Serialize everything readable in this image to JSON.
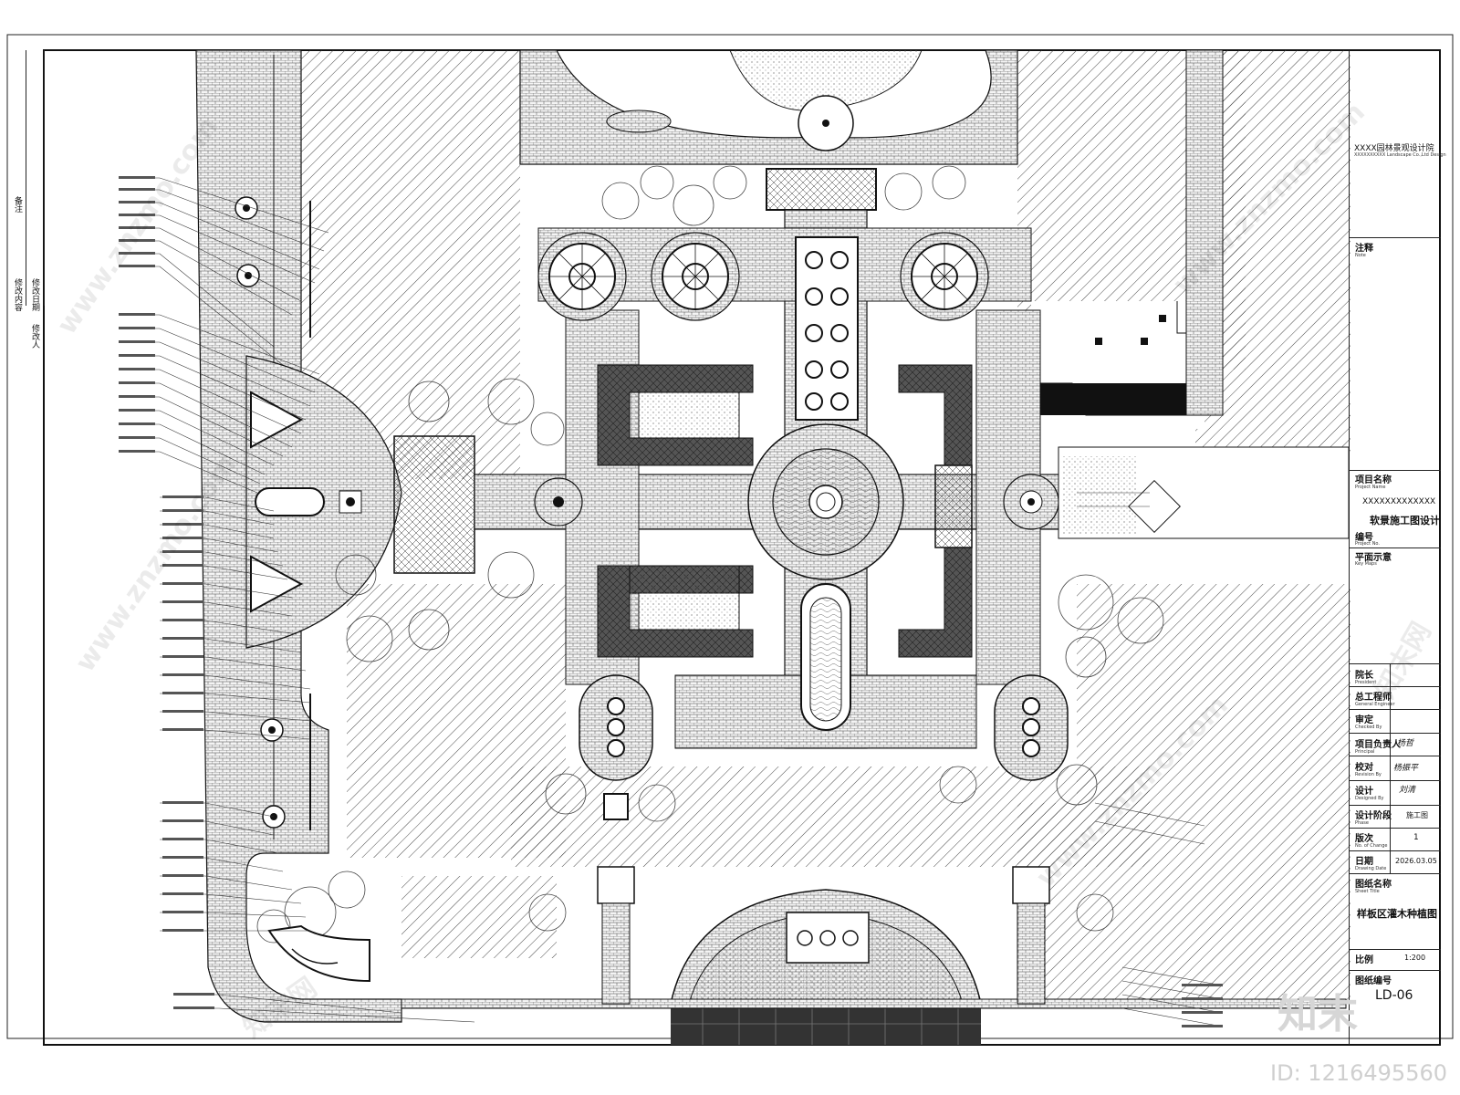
{
  "titleblock": {
    "firm": "XXXX园林景观设计院",
    "firm_en": "XXXXXXXXXX Landscape Co.,Ltd Design",
    "note_label": "注释",
    "note_en": "Note",
    "project_label": "项目名称",
    "project_label_en": "Project Name",
    "project_name": "XXXXXXXXXXXXX",
    "project_subtitle": "软景施工图设计",
    "project_no_label": "编号",
    "project_no_en": "Project No.",
    "keymap_label": "平面示意",
    "keymap_en": "Key Maps",
    "president_label": "院长",
    "president_en": "President",
    "chief_engineer_label": "总工程师",
    "chief_engineer_en": "General Engineer",
    "checked_label": "审定",
    "checked_en": "Checked By",
    "principal_label": "项目负责人",
    "principal_en": "Principal",
    "principal_sig": "杨哲",
    "revision_label": "校对",
    "revision_en": "Revision By",
    "revision_sig": "杨振平",
    "designed_label": "设计",
    "designed_en": "Designed By",
    "designed_sig": "刘清",
    "phase_label": "设计阶段",
    "phase_en": "Phase",
    "phase_value": "施工图",
    "change_label": "版次",
    "change_en": "No. of Change",
    "change_value": "1",
    "date_label": "日期",
    "date_en": "Drawing Date",
    "date_value": "2026.03.05",
    "sheet_title_label": "图纸名称",
    "sheet_title_en": "Sheet Title",
    "sheet_title": "样板区灌木种植图",
    "scale_label": "比例",
    "scale_value": "1:200",
    "sheet_no_label": "图纸编号",
    "sheet_no": "LD-06"
  },
  "left_strip": [
    "备注",
    "修改内容",
    "修改日期",
    "修改人"
  ],
  "watermark": {
    "site": "www.znzmo.com",
    "brand": "知末网",
    "logo": "知末",
    "id_text": "ID: 1216495560"
  }
}
